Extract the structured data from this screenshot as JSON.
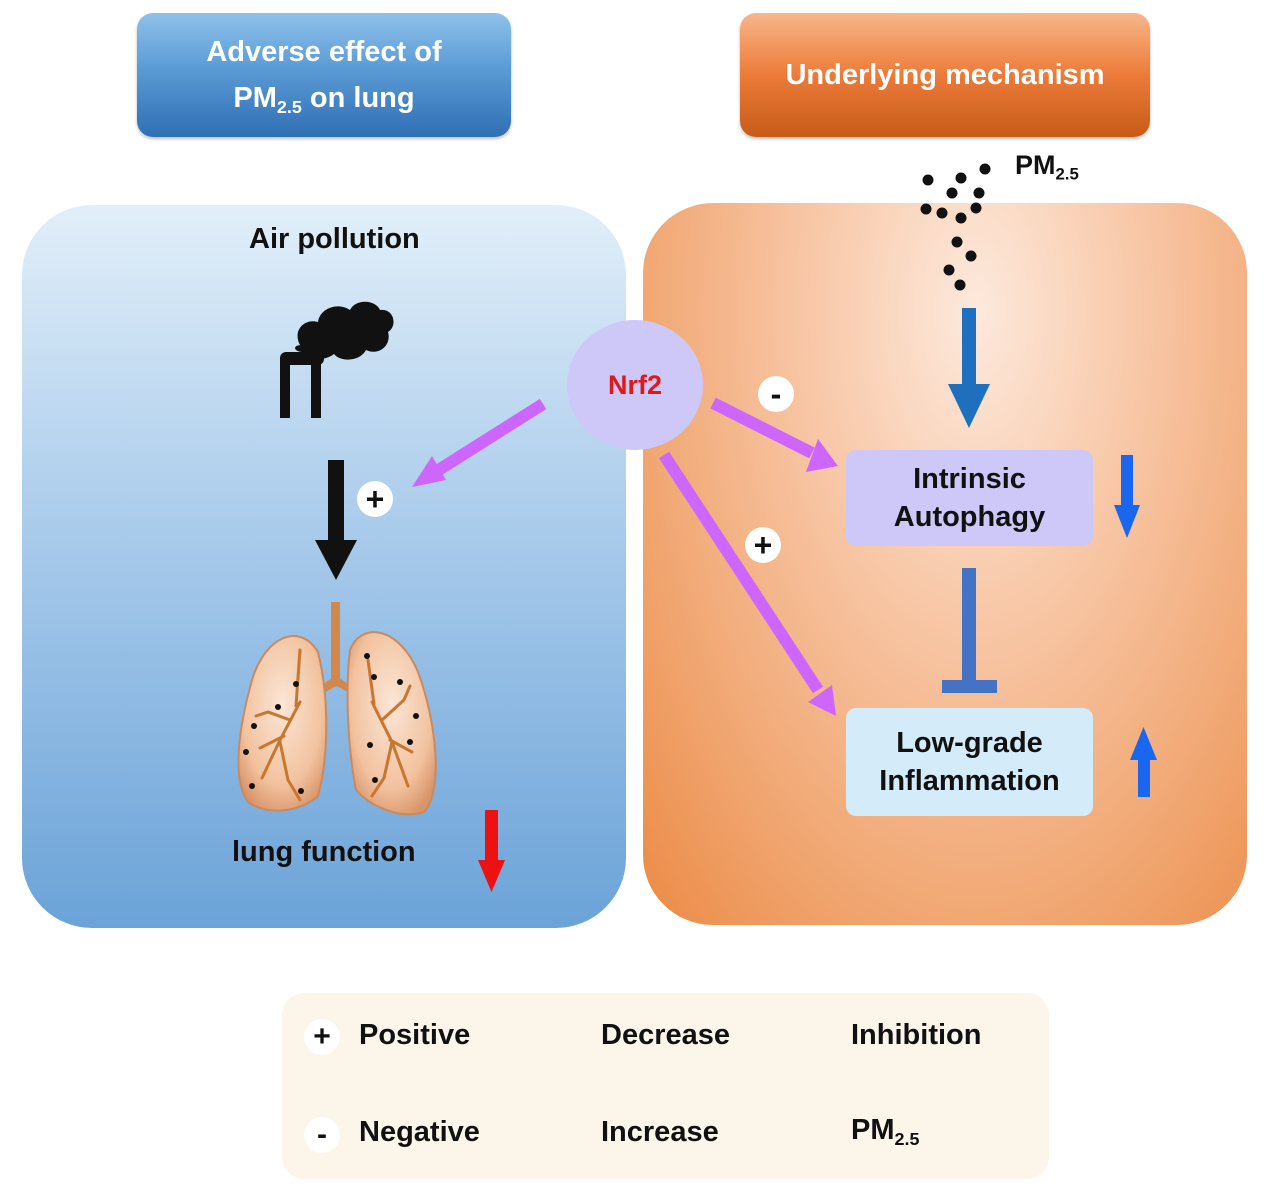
{
  "header_left": {
    "line1": "Adverse effect of",
    "line2_main": "PM",
    "line2_sub": "2.5",
    "line2_rest": " on lung"
  },
  "header_right": {
    "text": "Underlying mechanism"
  },
  "left_panel": {
    "title": "Air pollution",
    "outcome": "lung function"
  },
  "right_panel": {
    "pm_main": "PM",
    "pm_sub": "2.5",
    "nrf2": "Nrf2",
    "autophagy_line1": "Intrinsic",
    "autophagy_line2": "Autophagy",
    "inflammation_line1": "Low-grade",
    "inflammation_line2": "Inflammation"
  },
  "signs": {
    "plus": "+",
    "minus": "-"
  },
  "legend": {
    "positive": "Positive",
    "negative": "Negative",
    "decrease": "Decrease",
    "increase": "Increase",
    "inhibition": "Inhibition",
    "pm_main": "PM",
    "pm_sub": "2.5"
  },
  "colors": {
    "nrf2_text": "#e01818",
    "pink_arrow": "#cc66ff",
    "blue_arrow": "#1f6fbf",
    "decrease_arrow": "#ee1111",
    "increase_arrow": "#1a66ee",
    "inhibition": "#4472c4"
  }
}
